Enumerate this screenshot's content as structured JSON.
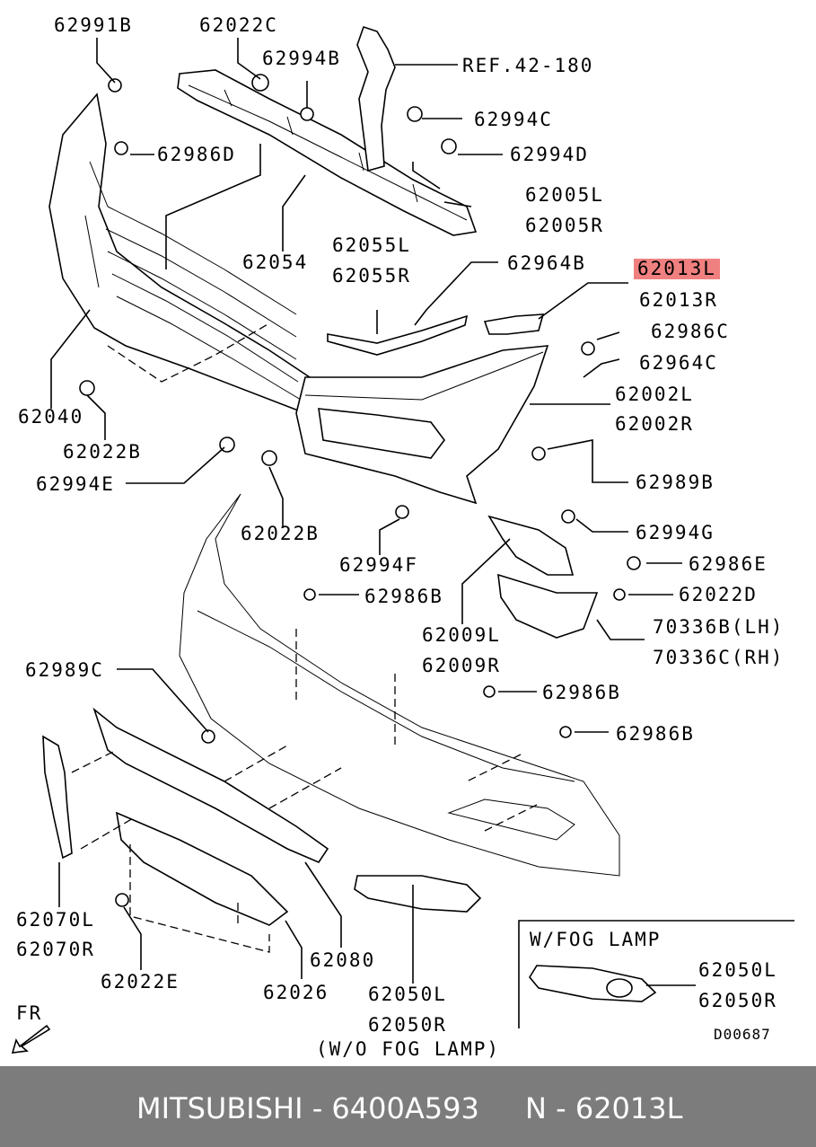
{
  "labels": {
    "p62991B": "62991B",
    "p62022C": "62022C",
    "p62994B": "62994B",
    "ref42180": "REF.42-180",
    "p62994C": "62994C",
    "p62986D": "62986D",
    "p62994D": "62994D",
    "p62005L": "62005L",
    "p62005R": "62005R",
    "p62054": "62054",
    "p62055L": "62055L",
    "p62055R": "62055R",
    "p62964B": "62964B",
    "p62013L": "62013L",
    "p62013R": "62013R",
    "p62986C": "62986C",
    "p62964C": "62964C",
    "p62040": "62040",
    "p62002L": "62002L",
    "p62002R": "62002R",
    "p62022B_a": "62022B",
    "p62994E": "62994E",
    "p62989B": "62989B",
    "p62022B_b": "62022B",
    "p62994G": "62994G",
    "p62994F": "62994F",
    "p62986E": "62986E",
    "p62986B_a": "62986B",
    "p62022D": "62022D",
    "p62009L": "62009L",
    "p62009R": "62009R",
    "p70336B": "70336B(LH)",
    "p70336C": "70336C(RH)",
    "p62989C": "62989C",
    "p62986B_b": "62986B",
    "p62986B_c": "62986B",
    "wfog": "W/FOG LAMP",
    "p62050L_a": "62050L",
    "p62050R_a": "62050R",
    "p62070L": "62070L",
    "p62070R": "62070R",
    "p62080": "62080",
    "p62022E": "62022E",
    "p62026": "62026",
    "p62050L_b": "62050L",
    "p62050R_b": "62050R",
    "wofog": "(W/O FOG LAMP)",
    "fr": "FR",
    "code": "D00687"
  },
  "footer": {
    "brand_part": "MITSUBISHI - 6400A593",
    "ref": "N - 62013L"
  },
  "colors": {
    "highlight": "#f08080",
    "footer_bg": "#7c7c7c"
  }
}
